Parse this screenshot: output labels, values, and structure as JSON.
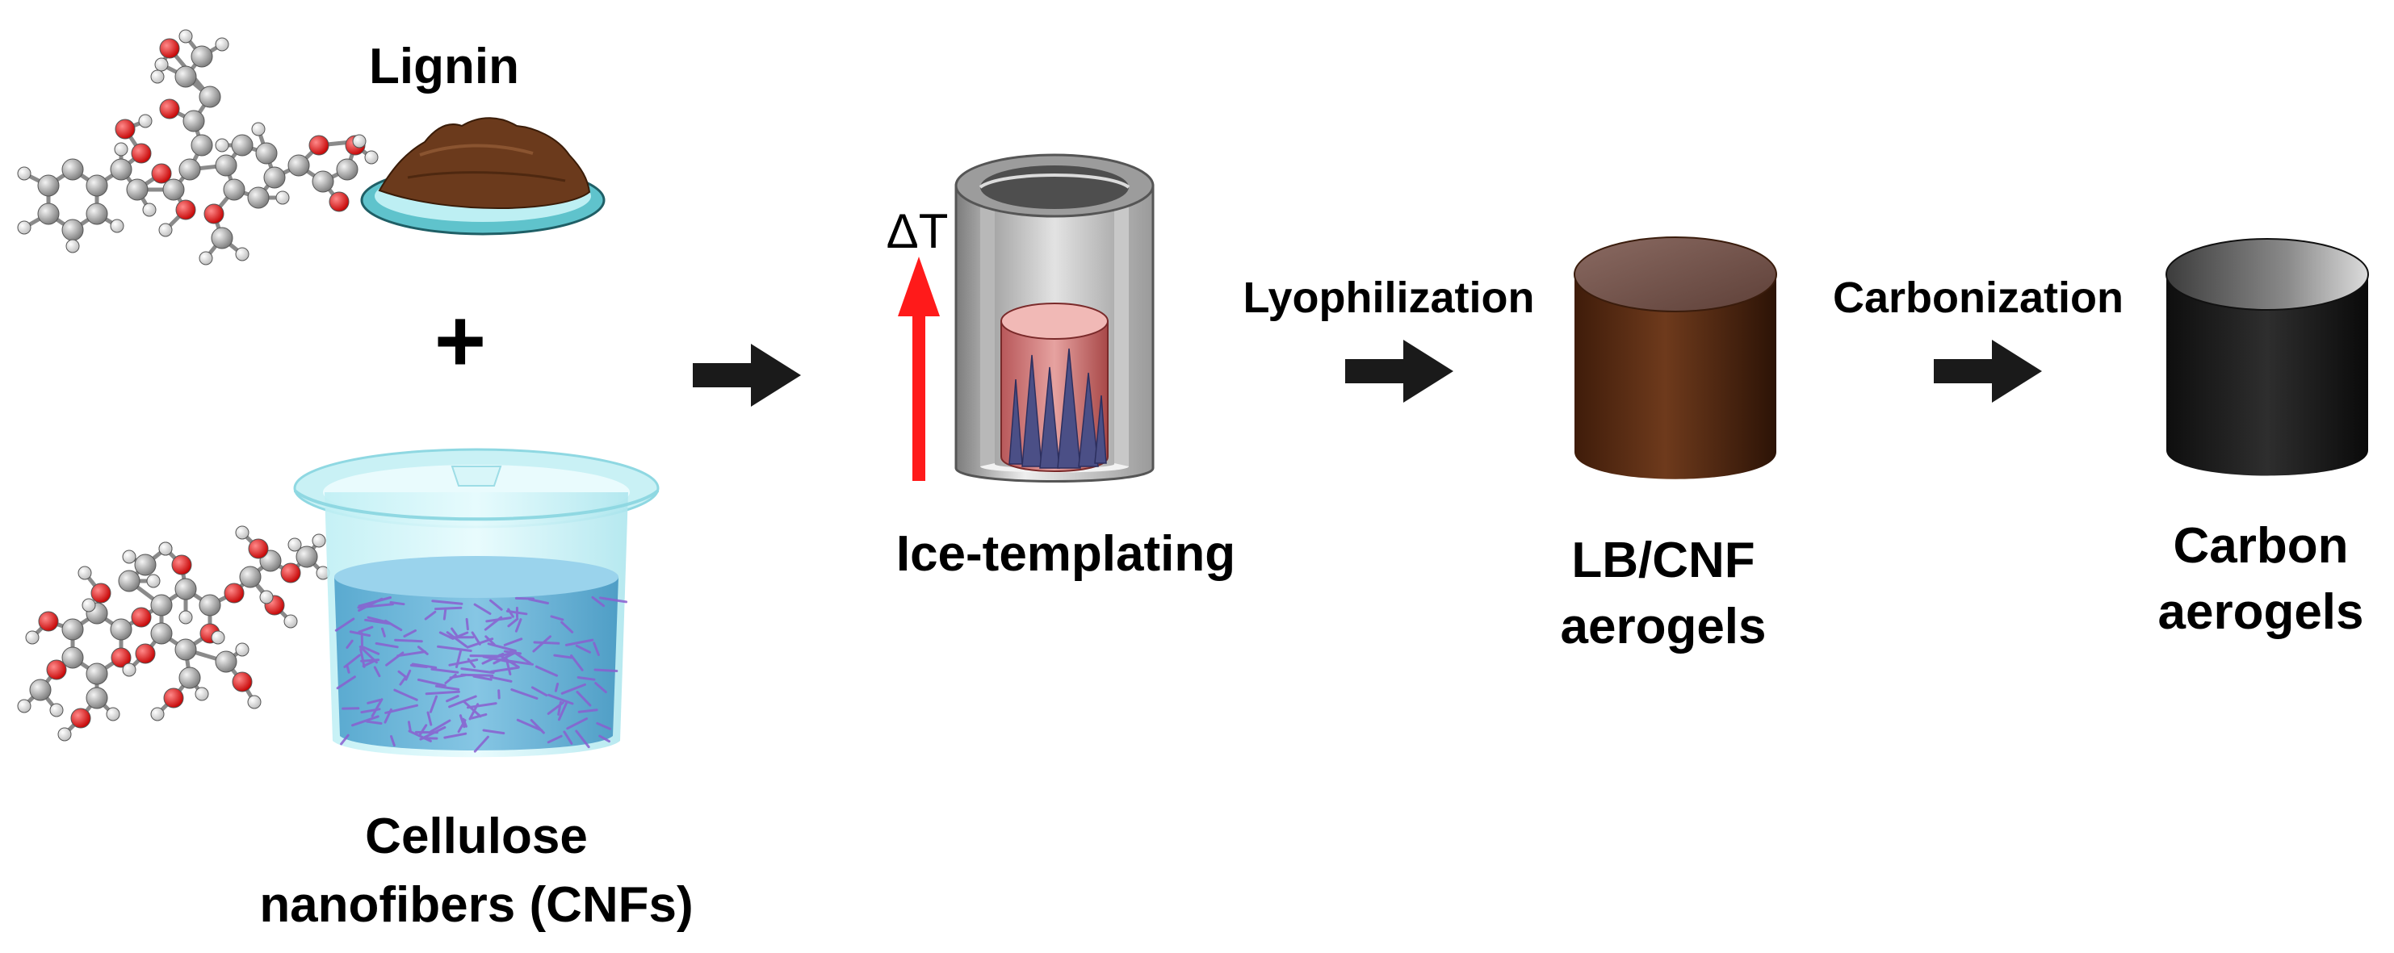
{
  "labels": {
    "lignin": "Lignin",
    "plus": "+",
    "cellulose_line1": "Cellulose",
    "cellulose_line2": "nanofibers (CNFs)",
    "delta_t": "ΔT",
    "ice_templating": "Ice-templating",
    "lyophilization": "Lyophilization",
    "carbonization": "Carbonization",
    "lbcnf_line1": "LB/CNF",
    "lbcnf_line2": "aerogels",
    "carbon_line1": "Carbon",
    "carbon_line2": "aerogels"
  },
  "colors": {
    "lignin_powder": "#6b3a1c",
    "dish": "#b9eef2",
    "cnf_suspension": "#6bb8d8",
    "temperature_arrow": "#ff1a1a",
    "ice_crystals": "#4b4f86",
    "lbcnf_aerogel": "#5a2c14",
    "carbon_aerogel": "#1c1c1c",
    "process_arrow": "#1a1a1a"
  },
  "icons": {
    "lignin_molecule": "ball-and-stick-molecule-icon",
    "cellulose_molecule": "ball-and-stick-molecule-icon",
    "process_arrow": "block-arrow-right-icon"
  }
}
